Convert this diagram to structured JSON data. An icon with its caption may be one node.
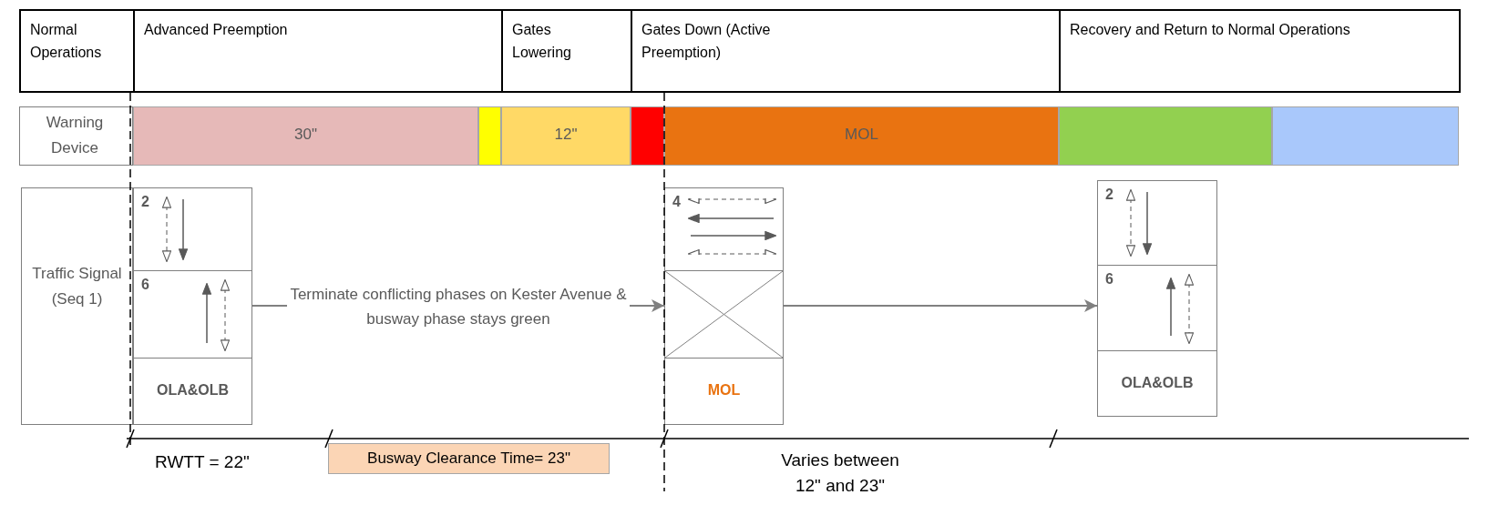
{
  "diagram": {
    "nodes": [
      {
        "text": [
          "Normal Operations"
        ]
      },
      {
        "text": [
          "Advanced Preemption"
        ]
      },
      {
        "text": [
          "Gates Lowering"
        ]
      },
      {
        "text": [
          "Gates Down (Active Preemption)"
        ]
      },
      {
        "text": [
          "Recovery and Return to Normal Operations"
        ]
      },
      {
        "text": [
          "Warning Device"
        ]
      },
      {
        "text": [
          "30\""
        ]
      },
      {
        "text": [],
        "shape": "bar"
      },
      {
        "text": [
          "12\""
        ]
      },
      {
        "text": [],
        "shape": "bar"
      },
      {
        "text": [
          "MOL"
        ]
      },
      {
        "text": [],
        "shape": "bar"
      },
      {
        "text": [],
        "shape": "bar"
      },
      {
        "text": [
          "Traffic Signal (Seq 1)"
        ]
      },
      {
        "text": [
          "2"
        ]
      },
      {
        "text": [
          "6"
        ]
      },
      {
        "text": [
          "OLA&OLB"
        ]
      },
      {
        "text": [
          "4"
        ]
      },
      {
        "text": [],
        "shape": "box"
      },
      {
        "text": [
          "MOL"
        ]
      },
      {
        "text": [
          "2"
        ]
      },
      {
        "text": [
          "6"
        ]
      },
      {
        "text": [
          "OLA&OLB"
        ]
      },
      {
        "text": [
          "Busway Clearance Time= 23\""
        ]
      }
    ],
    "edges": [
      {
        "from": 15,
        "to": 18,
        "arrow": "to",
        "label": "Terminate conflicting phases on Kester Avenue & busway phase stays green"
      },
      {
        "from": 18,
        "to": 21,
        "arrow": "to"
      }
    ],
    "labels": [
      "RWTT = 22\"",
      "Varies between 12\" and 23\""
    ]
  }
}
